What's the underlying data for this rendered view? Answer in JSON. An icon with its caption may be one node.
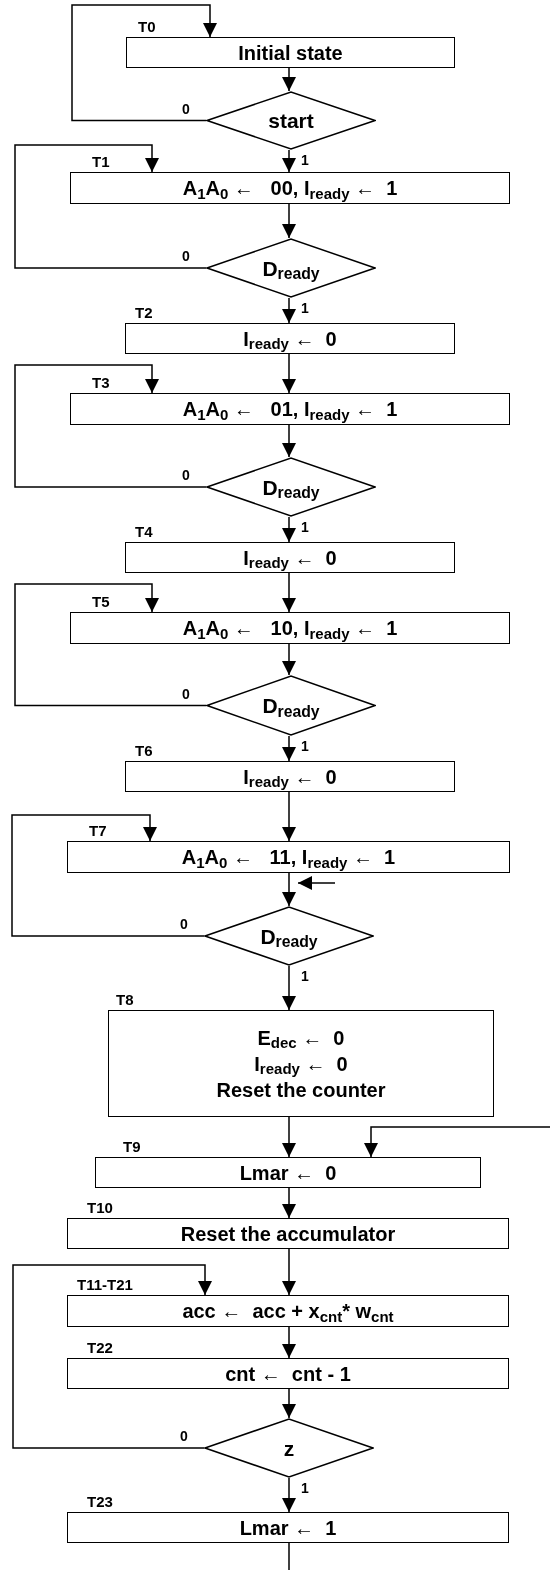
{
  "diagram": {
    "nodes": [
      {
        "text": [
          "Initial state"
        ],
        "beside": [
          "T0"
        ]
      },
      {
        "text": [
          "start"
        ]
      },
      {
        "text": [
          "A$_{1}$A$_{0}$ ←   00, I$_{ready}$ ←  1"
        ],
        "beside": [
          "T1"
        ]
      },
      {
        "text": [
          "D$_{ready}$"
        ]
      },
      {
        "text": [
          "I$_{ready}$ ←  0"
        ],
        "beside": [
          "T2"
        ]
      },
      {
        "text": [
          "A$_{1}$A$_{0}$ ←   01, I$_{ready}$ ←  1"
        ],
        "beside": [
          "T3"
        ]
      },
      {
        "text": [
          "D$_{ready}$"
        ]
      },
      {
        "text": [
          "I$_{ready}$ ←  0"
        ],
        "beside": [
          "T4"
        ]
      },
      {
        "text": [
          "A$_{1}$A$_{0}$ ←   10, I$_{ready}$ ←  1"
        ],
        "beside": [
          "T5"
        ]
      },
      {
        "text": [
          "D$_{ready}$"
        ]
      },
      {
        "text": [
          "I$_{ready}$ ←  0"
        ],
        "beside": [
          "T6"
        ]
      },
      {
        "text": [
          "A$_{1}$A$_{0}$ ←   11, I$_{ready}$ ←  1"
        ],
        "beside": [
          "T7"
        ]
      },
      {
        "text": [
          "D$_{ready}$"
        ]
      },
      {
        "text": [
          "E$_{dec}$ ←  0",
          "I$_{ready}$ ←  0",
          "Reset the counter"
        ],
        "beside": [
          "T8"
        ]
      },
      {
        "text": [
          "Lmar ←  0"
        ],
        "beside": [
          "T9"
        ]
      },
      {
        "text": [
          "Reset the accumulator"
        ],
        "beside": [
          "T10"
        ]
      },
      {
        "text": [
          "acc ←  acc + x$_{cnt}$* w$_{cnt}$"
        ],
        "beside": [
          "T11-T21"
        ]
      },
      {
        "text": [
          "cnt ←  cnt - 1"
        ],
        "beside": [
          "T22"
        ]
      },
      {
        "text": [
          "z"
        ]
      },
      {
        "text": [
          "Lmar ←  1"
        ],
        "beside": [
          "T23"
        ]
      }
    ],
    "edges": [
      {
        "from": 0,
        "to": 1,
        "arrow": "to"
      },
      {
        "from": 1,
        "to": 0,
        "arrow": "to",
        "label": "0"
      },
      {
        "from": 1,
        "to": 2,
        "arrow": "to",
        "label": "1"
      },
      {
        "from": 2,
        "to": 3,
        "arrow": "to"
      },
      {
        "from": 3,
        "to": 2,
        "arrow": "to",
        "label": "0"
      },
      {
        "from": 3,
        "to": 4,
        "arrow": "to",
        "label": "1"
      },
      {
        "from": 4,
        "to": 5,
        "arrow": "to"
      },
      {
        "from": 5,
        "to": 6,
        "arrow": "to"
      },
      {
        "from": 6,
        "to": 5,
        "arrow": "to",
        "label": "0"
      },
      {
        "from": 6,
        "to": 7,
        "arrow": "to",
        "label": "1"
      },
      {
        "from": 7,
        "to": 8,
        "arrow": "to"
      },
      {
        "from": 8,
        "to": 9,
        "arrow": "to"
      },
      {
        "from": 9,
        "to": 8,
        "arrow": "to",
        "label": "0"
      },
      {
        "from": 9,
        "to": 10,
        "arrow": "to",
        "label": "1"
      },
      {
        "from": 10,
        "to": 11,
        "arrow": "to"
      },
      {
        "from": 11,
        "to": 12,
        "arrow": "to"
      },
      {
        "from": 12,
        "to": 11,
        "arrow": "to",
        "label": "0"
      },
      {
        "from": 12,
        "to": 13,
        "arrow": "to",
        "label": "1"
      },
      {
        "from": 13,
        "to": 14,
        "arrow": "to"
      },
      {
        "from": null,
        "to": 14,
        "arrow": "to"
      },
      {
        "from": 14,
        "to": 15,
        "arrow": "to"
      },
      {
        "from": 15,
        "to": 16,
        "arrow": "to"
      },
      {
        "from": 16,
        "to": 17,
        "arrow": "to"
      },
      {
        "from": 17,
        "to": 18,
        "arrow": "to"
      },
      {
        "from": 18,
        "to": 16,
        "arrow": "to",
        "label": "0"
      },
      {
        "from": 18,
        "to": 19,
        "arrow": "to",
        "label": "1"
      },
      {
        "from": 19,
        "to": null,
        "arrow": "none"
      }
    ]
  }
}
